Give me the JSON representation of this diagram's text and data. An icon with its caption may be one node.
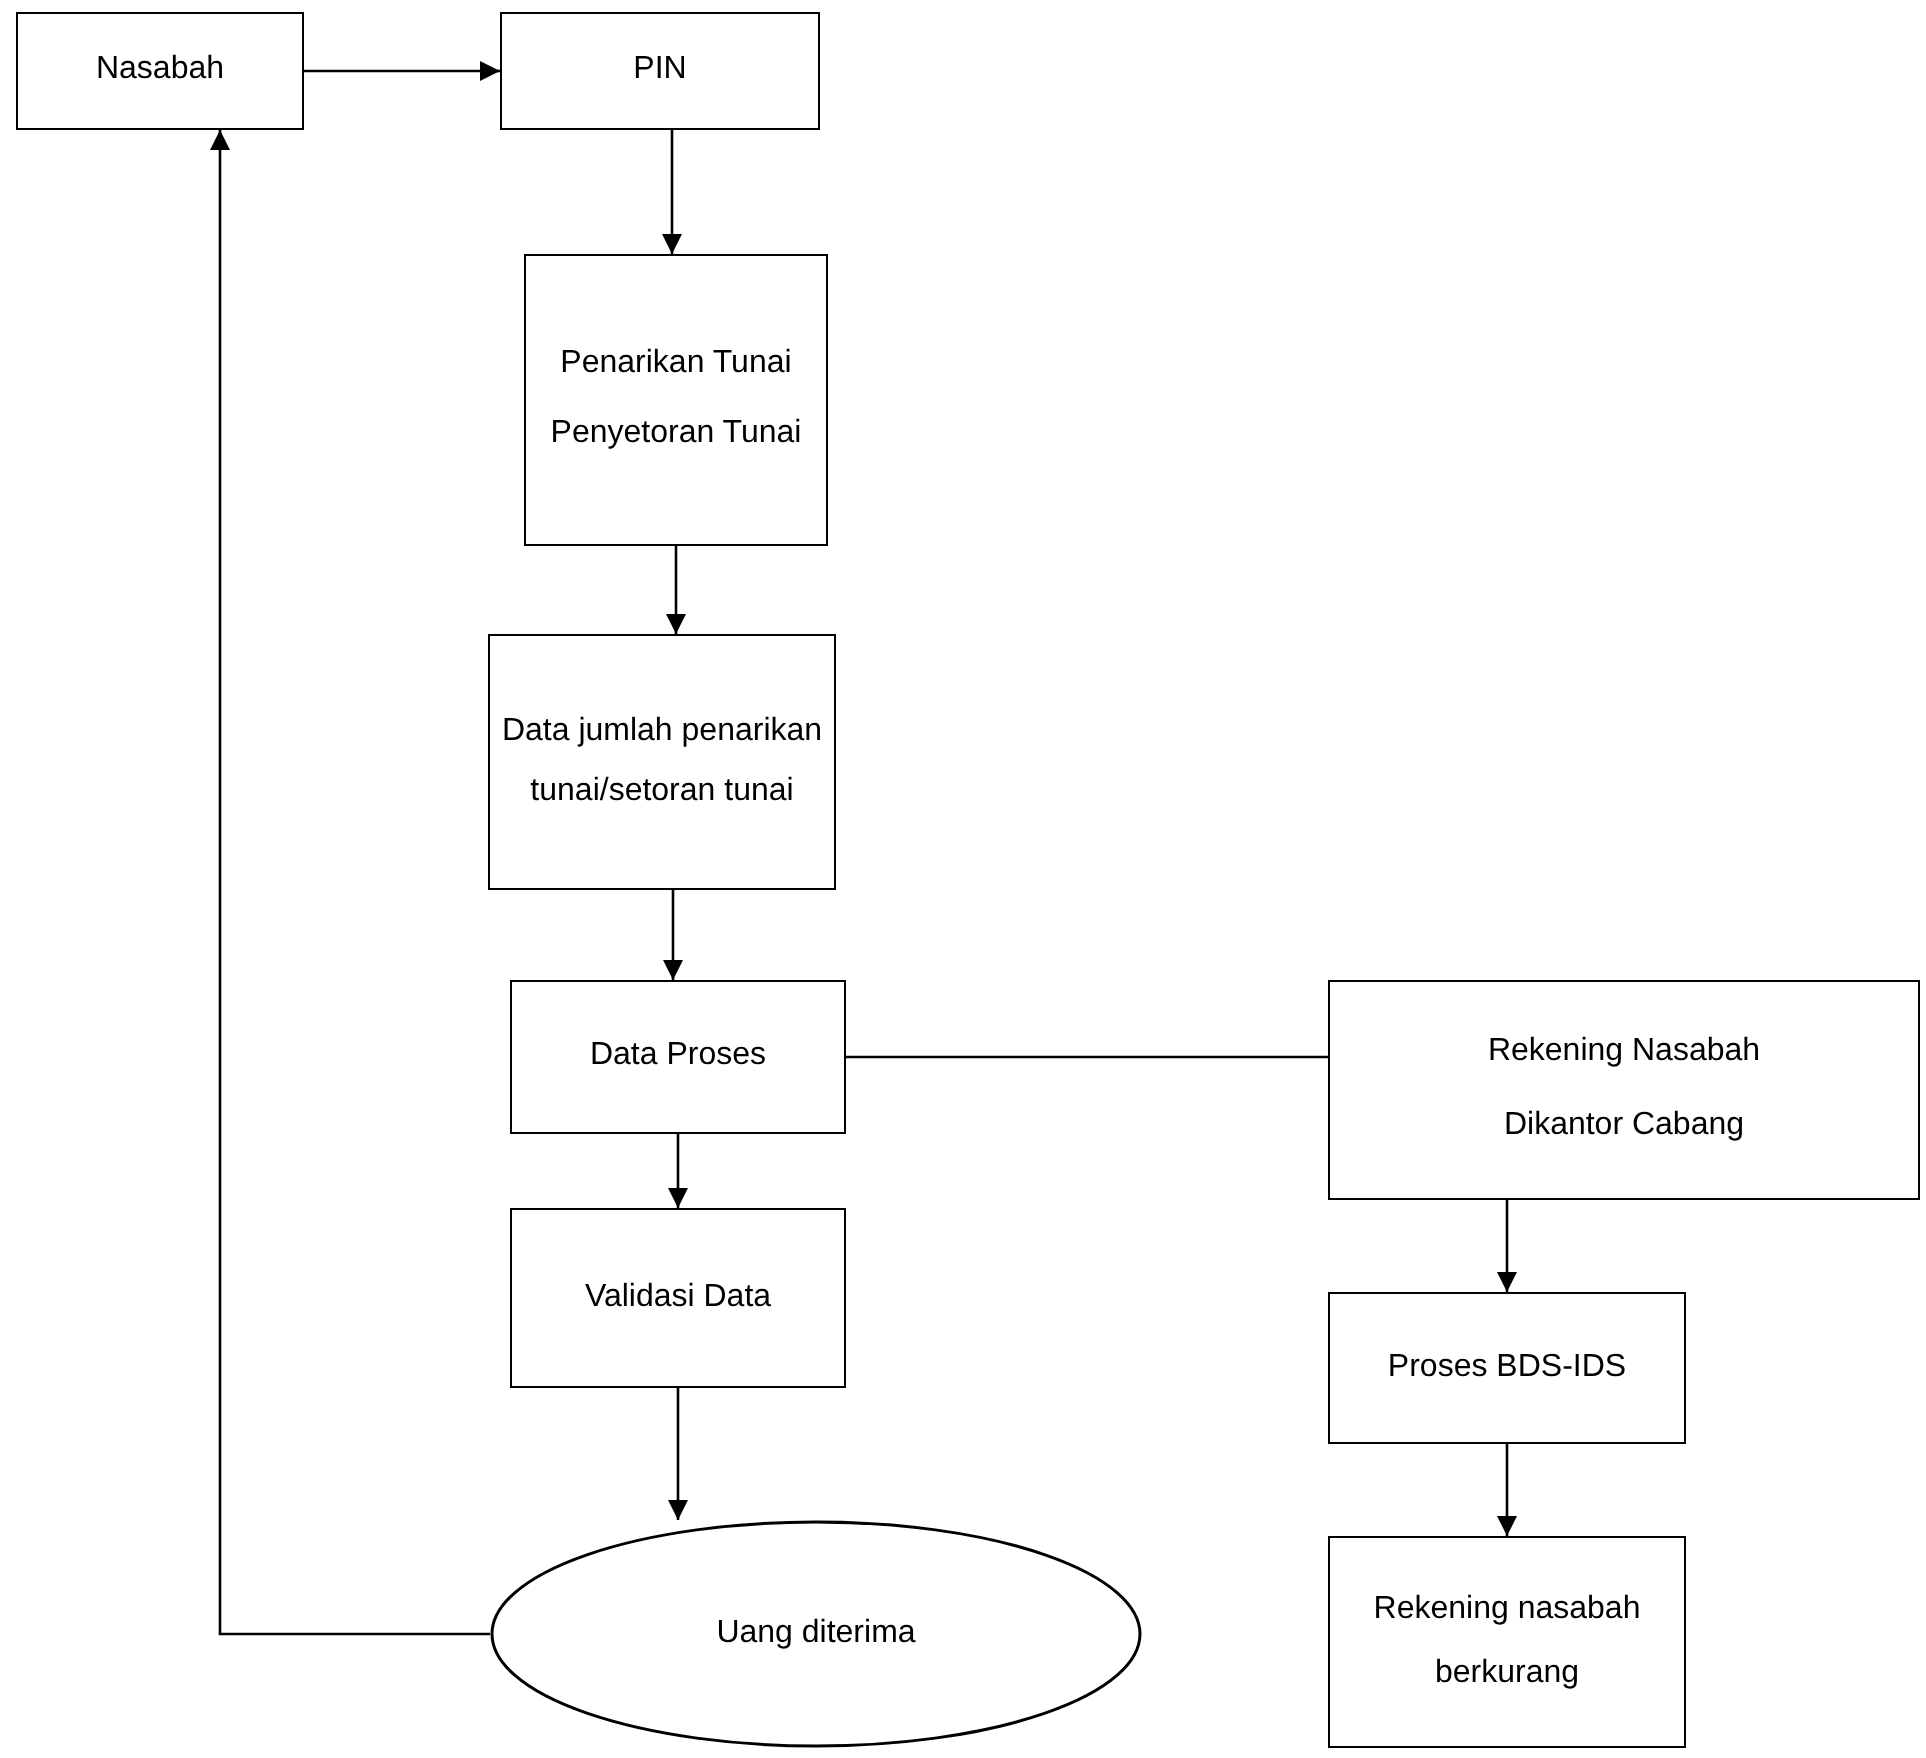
{
  "diagram": {
    "nodes": [
      {
        "text": [
          "Nasabah"
        ]
      },
      {
        "text": [
          "PIN"
        ]
      },
      {
        "text": [
          "Penarikan Tunai",
          "Penyetoran Tunai"
        ]
      },
      {
        "text": [
          "Data jumlah penarikan tunai/setoran tunai"
        ]
      },
      {
        "text": [
          "Data Proses"
        ]
      },
      {
        "text": [
          "Rekening Nasabah Dikantor Cabang"
        ]
      },
      {
        "text": [
          "Validasi Data"
        ]
      },
      {
        "text": [
          "Uang diterima"
        ]
      },
      {
        "text": [
          "Proses BDS-IDS"
        ]
      },
      {
        "text": [
          "Rekening nasabah berkurang"
        ]
      }
    ],
    "edges": [
      {
        "from": 0,
        "to": 1,
        "arrow": "to"
      },
      {
        "from": 1,
        "to": 2,
        "arrow": "to"
      },
      {
        "from": 2,
        "to": 3,
        "arrow": "to"
      },
      {
        "from": 3,
        "to": 4,
        "arrow": "to"
      },
      {
        "from": 4,
        "to": 5,
        "arrow": "none"
      },
      {
        "from": 4,
        "to": 6,
        "arrow": "to"
      },
      {
        "from": 6,
        "to": 7,
        "arrow": "to"
      },
      {
        "from": 7,
        "to": 0,
        "arrow": "to"
      },
      {
        "from": 5,
        "to": 8,
        "arrow": "to"
      },
      {
        "from": 8,
        "to": 9,
        "arrow": "to"
      }
    ]
  }
}
